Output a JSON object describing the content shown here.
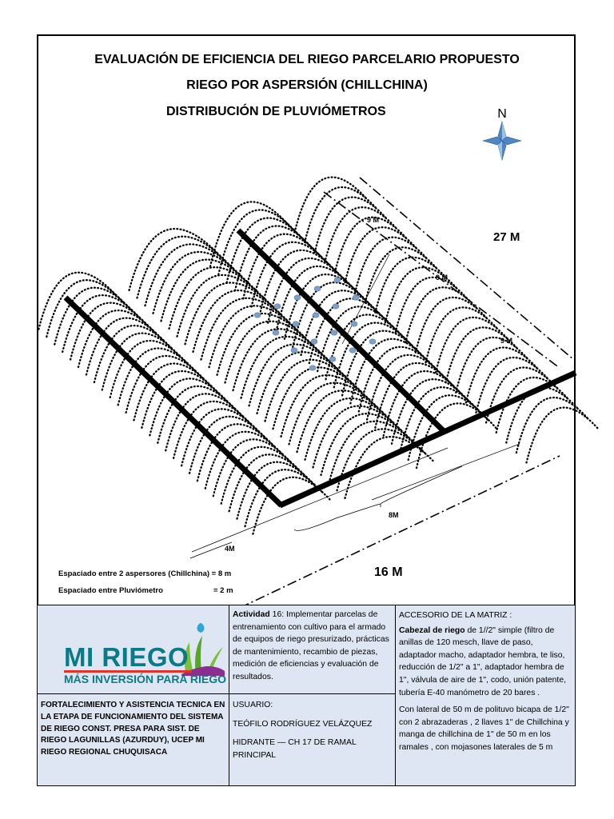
{
  "titles": {
    "line1": "EVALUACIÓN DE EFICIENCIA  DEL RIEGO PARCELARIO  PROPUESTO",
    "line2": "RIEGO POR ASPERSIÓN (CHILLCHINA)",
    "line3": "DISTRIBUCIÓN DE PLUVIÓMETROS"
  },
  "compass": {
    "label": "N",
    "icon": "compass-star-icon",
    "color": "#4f86c6"
  },
  "dimensions": {
    "nine_a": "9 M",
    "nine_b": "9 M",
    "nine_c": "9 M",
    "width_total": "27 M",
    "eight": "8M",
    "four": "4M",
    "length_total": "16 M"
  },
  "notes": {
    "spacing_sprinklers": "Espaciado entre 2 aspersores (Chillchina) = 8 m",
    "spacing_gauges_label": "Espaciado entre Pluviómetro",
    "spacing_gauges_value": "=  2 m"
  },
  "logo": {
    "name": "MI RIEGO",
    "tagline": "MÁS INVERSIÓN PARA RIEGO",
    "brand_color": "#0a7a86",
    "accent_color": "#e2322a",
    "leaf_color": "#7bbf3a",
    "drop_color": "#2fa6d9"
  },
  "activity": {
    "label": "Actividad",
    "number": "16:",
    "text": "Implementar parcelas de entrenamiento con cultivo para el armado de equipos de riego presurizado, prácticas de mantenimiento, recambio de piezas, medición de eficiencias y evaluación de resultados."
  },
  "accessory": {
    "heading": "ACCESORIO  DE LA MATRIZ :",
    "bold_lead": "Cabezal de riego",
    "para1": " de 1//2\" simple (filtro de anillas de 120 mesch, llave de paso, adaptador macho, adaptador hembra, te liso, reducción de 1/2\" a 1\", adaptador hembra de 1\", válvula de aire de 1\", codo, unión patente, tubería E-40 manómetro de 20 bares .",
    "para2": "Con lateral de 50 m  de polituvo bicapa de 1/2\"  con 2 abrazaderas ,  2 llaves 1\" de Chillchina  y manga de  chillchina de 1\"   de 50 m en los ramales  , con mojasones laterales  de 5 m"
  },
  "fortalecimiento": "FORTALECIMIENTO Y ASISTENCIA TECNICA EN LA ETAPA DE FUNCIONAMIENTO DEL SISTEMA DE RIEGO CONST. PRESA PARA SIST. DE RIEGO LAGUNILLAS (AZURDUY), UCEP MI RIEGO REGIONAL CHUQUISACA",
  "user": {
    "label": "USUARIO:",
    "name": "TEÓFILO RODRÍGUEZ VELÁZQUEZ",
    "hydrant": "HIDRANTE — CH 17  DE RAMAL PRINCIPAL"
  },
  "diagram": {
    "gauge_color": "#7f9fc8",
    "gauge_count": 18
  }
}
